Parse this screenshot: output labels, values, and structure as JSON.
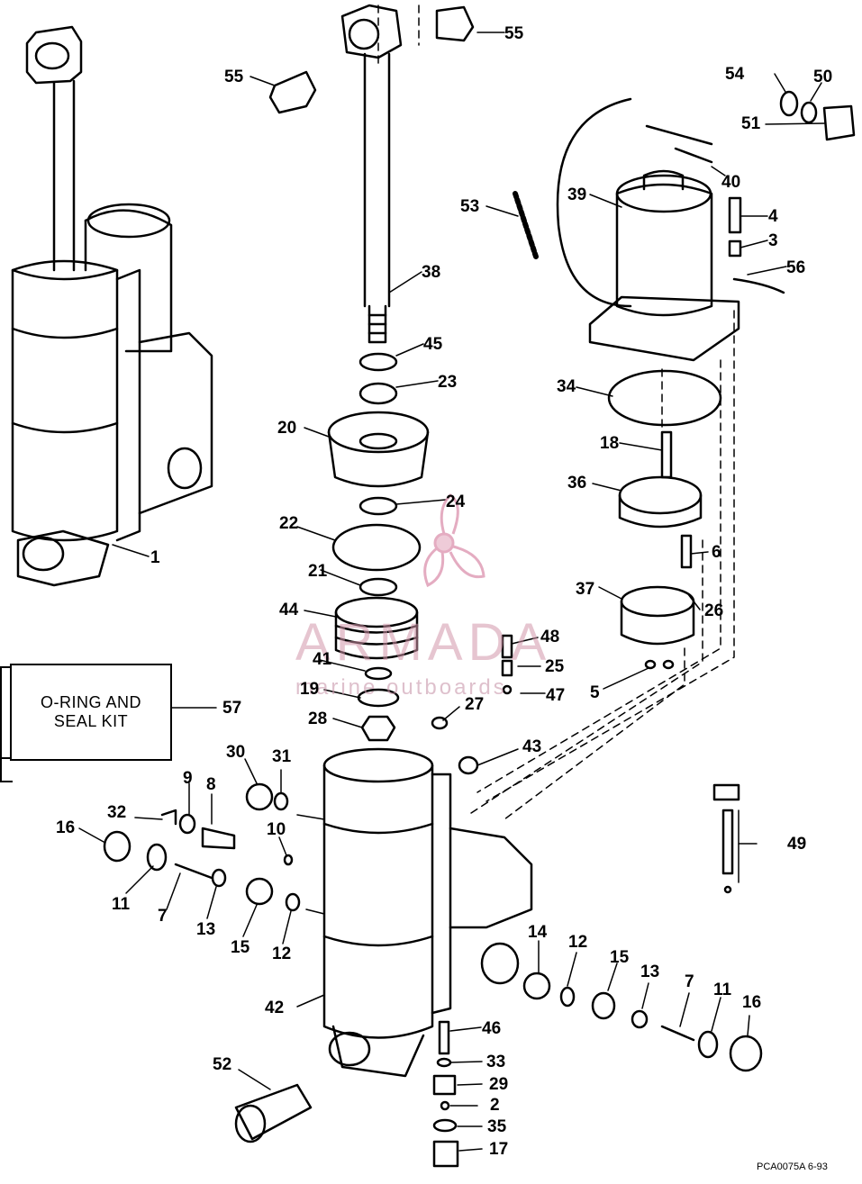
{
  "diagram": {
    "callouts": [
      "1",
      "2",
      "3",
      "4",
      "5",
      "6",
      "7",
      "7",
      "8",
      "9",
      "10",
      "11",
      "11",
      "12",
      "12",
      "13",
      "13",
      "14",
      "15",
      "15",
      "16",
      "16",
      "17",
      "18",
      "19",
      "20",
      "21",
      "22",
      "23",
      "24",
      "25",
      "26",
      "27",
      "28",
      "29",
      "30",
      "31",
      "32",
      "33",
      "34",
      "35",
      "36",
      "37",
      "38",
      "39",
      "40",
      "41",
      "42",
      "43",
      "44",
      "45",
      "46",
      "47",
      "48",
      "49",
      "50",
      "51",
      "52",
      "53",
      "54",
      "55",
      "55",
      "56",
      "57"
    ],
    "kit_label_line1": "O-RING AND",
    "kit_label_line2": "SEAL KIT",
    "figure_code": "PCA0075A  6-93"
  },
  "watermark": {
    "brand": "ARMADA",
    "tagline": "marine outboards",
    "color": "#d98aa8"
  }
}
